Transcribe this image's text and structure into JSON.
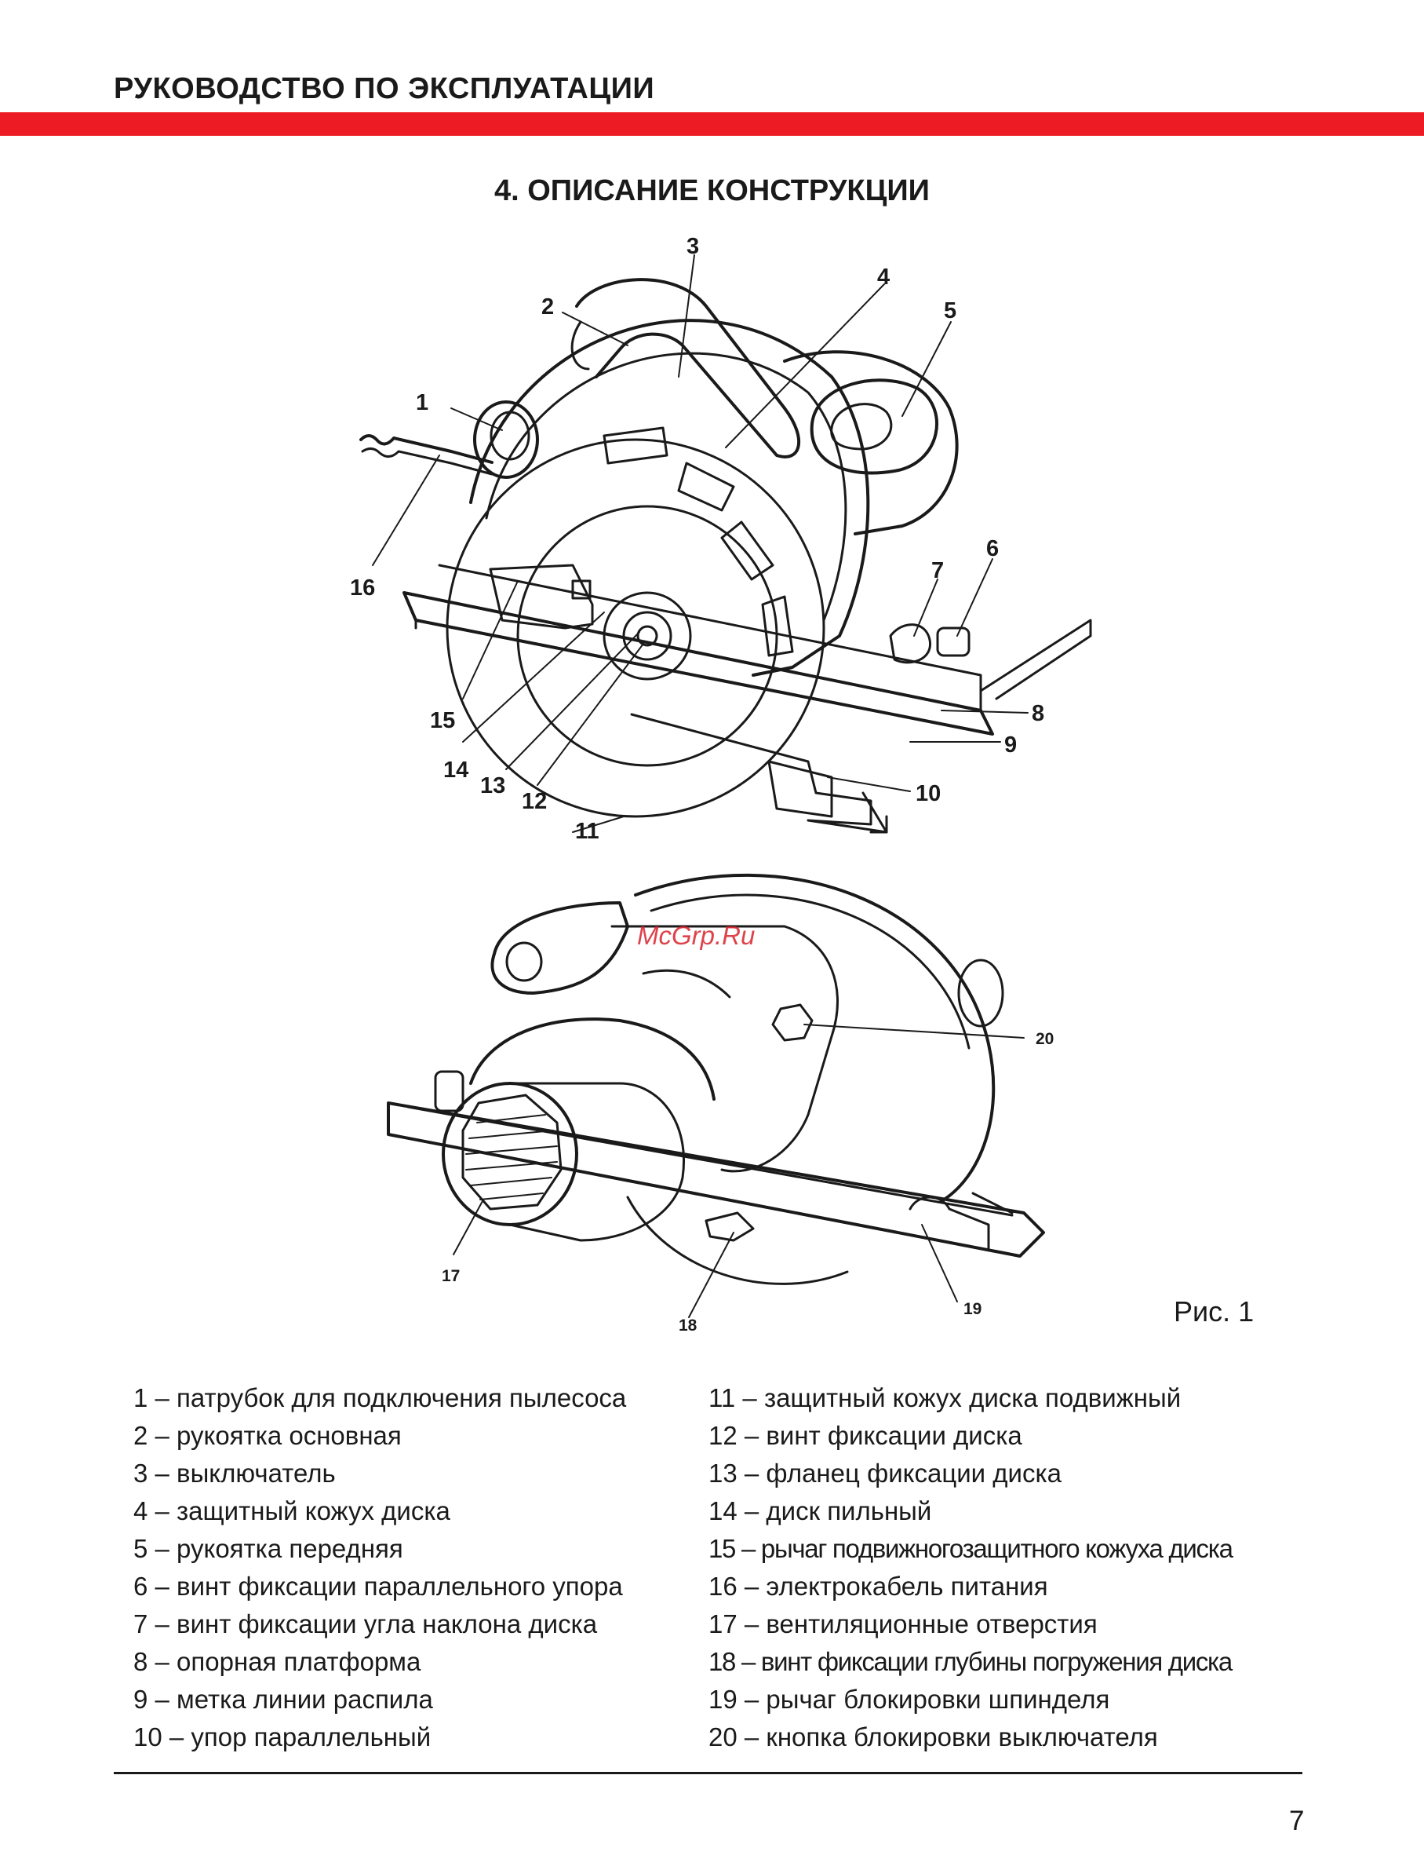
{
  "header": {
    "title": "РУКОВОДСТВО ПО ЭКСПЛУАТАЦИИ",
    "accent_color": "#ed1c24"
  },
  "section": {
    "title": "4. ОПИСАНИЕ КОНСТРУКЦИИ"
  },
  "figure": {
    "caption": "Рис. 1",
    "watermark": "McGrp.Ru",
    "callouts_top": [
      "1",
      "2",
      "3",
      "4",
      "5",
      "6",
      "7",
      "8",
      "9",
      "10",
      "11",
      "12",
      "13",
      "14",
      "15",
      "16"
    ],
    "callouts_bottom": [
      "17",
      "18",
      "19",
      "20"
    ]
  },
  "legend": {
    "left": [
      "1 – патрубок для подключения пылесоса",
      "2 – рукоятка основная",
      "3 – выключатель",
      "4 – защитный кожух диска",
      "5 – рукоятка  передняя",
      "6 – винт фиксации параллельного упора",
      "7 – винт фиксации угла наклона диска",
      "8 – опорная платформа",
      "9 – метка линии распила",
      "10 – упор параллельный"
    ],
    "right": [
      "11 – защитный кожух диска подвижный",
      "12 – винт фиксации диска",
      "13 – фланец фиксации диска",
      "14 – диск пильный",
      "15 – рычаг подвижногозащитного кожуха диска",
      "16 – электрокабель питания",
      "17 – вентиляционные отверстия",
      "18 – винт фиксации глубины погружения диска",
      "19 – рычаг блокировки шпинделя",
      "20 – кнопка блокировки выключателя"
    ]
  },
  "page_number": "7"
}
